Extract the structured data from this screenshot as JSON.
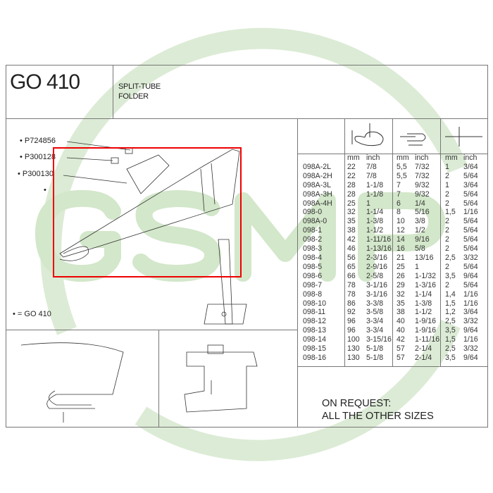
{
  "header": {
    "model": "GO 410",
    "description_line1": "SPLIT-TUBE",
    "description_line2": "FOLDER"
  },
  "parts": [
    "• P724856",
    "• P300128",
    "• P300130",
    "•"
  ],
  "legend": "• = GO 410",
  "table": {
    "units": [
      "mm",
      "inch",
      "mm",
      "inch",
      "mm",
      "inch"
    ],
    "rows": [
      [
        "098A-2L",
        "22",
        "7/8",
        "5,5",
        "7/32",
        "1",
        "3/64"
      ],
      [
        "098A-2H",
        "22",
        "7/8",
        "5,5",
        "7/32",
        "2",
        "5/64"
      ],
      [
        "098A-3L",
        "28",
        "1-1/8",
        "7",
        "9/32",
        "1",
        "3/64"
      ],
      [
        "098A-3H",
        "28",
        "1-1/8",
        "7",
        "9/32",
        "2",
        "5/64"
      ],
      [
        "098A-4H",
        "25",
        "1",
        "6",
        "1/4",
        "2",
        "5/64"
      ],
      [
        "098-0",
        "32",
        "1-1/4",
        "8",
        "5/16",
        "1,5",
        "1/16"
      ],
      [
        "098A-0",
        "35",
        "1-3/8",
        "10",
        "3/8",
        "2",
        "5/64"
      ],
      [
        "098-1",
        "38",
        "1-1/2",
        "12",
        "1/2",
        "2",
        "5/64"
      ],
      [
        "098-2",
        "42",
        "1-11/16",
        "14",
        "9/16",
        "2",
        "5/64"
      ],
      [
        "098-3",
        "46",
        "1-13/16",
        "16",
        "5/8",
        "2",
        "5/64"
      ],
      [
        "098-4",
        "56",
        "2-3/16",
        "21",
        "13/16",
        "2,5",
        "3/32"
      ],
      [
        "098-5",
        "65",
        "2-9/16",
        "25",
        "1",
        "2",
        "5/64"
      ],
      [
        "098-6",
        "66",
        "2-5/8",
        "26",
        "1-1/32",
        "3,5",
        "9/64"
      ],
      [
        "098-7",
        "78",
        "3-1/16",
        "29",
        "1-3/16",
        "2",
        "5/64"
      ],
      [
        "098-8",
        "78",
        "3-1/16",
        "32",
        "1-1/4",
        "1,4",
        "1/16"
      ],
      [
        "098-10",
        "86",
        "3-3/8",
        "35",
        "1-3/8",
        "1,5",
        "1/16"
      ],
      [
        "098-11",
        "92",
        "3-5/8",
        "38",
        "1-1/2",
        "1,2",
        "3/64"
      ],
      [
        "098-12",
        "96",
        "3-3/4",
        "40",
        "1-9/16",
        "2,5",
        "3/32"
      ],
      [
        "098-13",
        "96",
        "3-3/4",
        "40",
        "1-9/16",
        "3,5",
        "9/64"
      ],
      [
        "098-14",
        "100",
        "3-15/16",
        "42",
        "1-11/16",
        "1,5",
        "1/16"
      ],
      [
        "098-15",
        "130",
        "5-1/8",
        "57",
        "2-1/4",
        "2,5",
        "3/32"
      ],
      [
        "098-16",
        "130",
        "5-1/8",
        "57",
        "2-1/4",
        "3,5",
        "9/64"
      ]
    ]
  },
  "on_request_line1": "ON REQUEST:",
  "on_request_line2": "ALL THE OTHER SIZES",
  "watermark": "GSMP",
  "colors": {
    "watermark": "#d6e9cf",
    "highlight": "#e00000"
  }
}
